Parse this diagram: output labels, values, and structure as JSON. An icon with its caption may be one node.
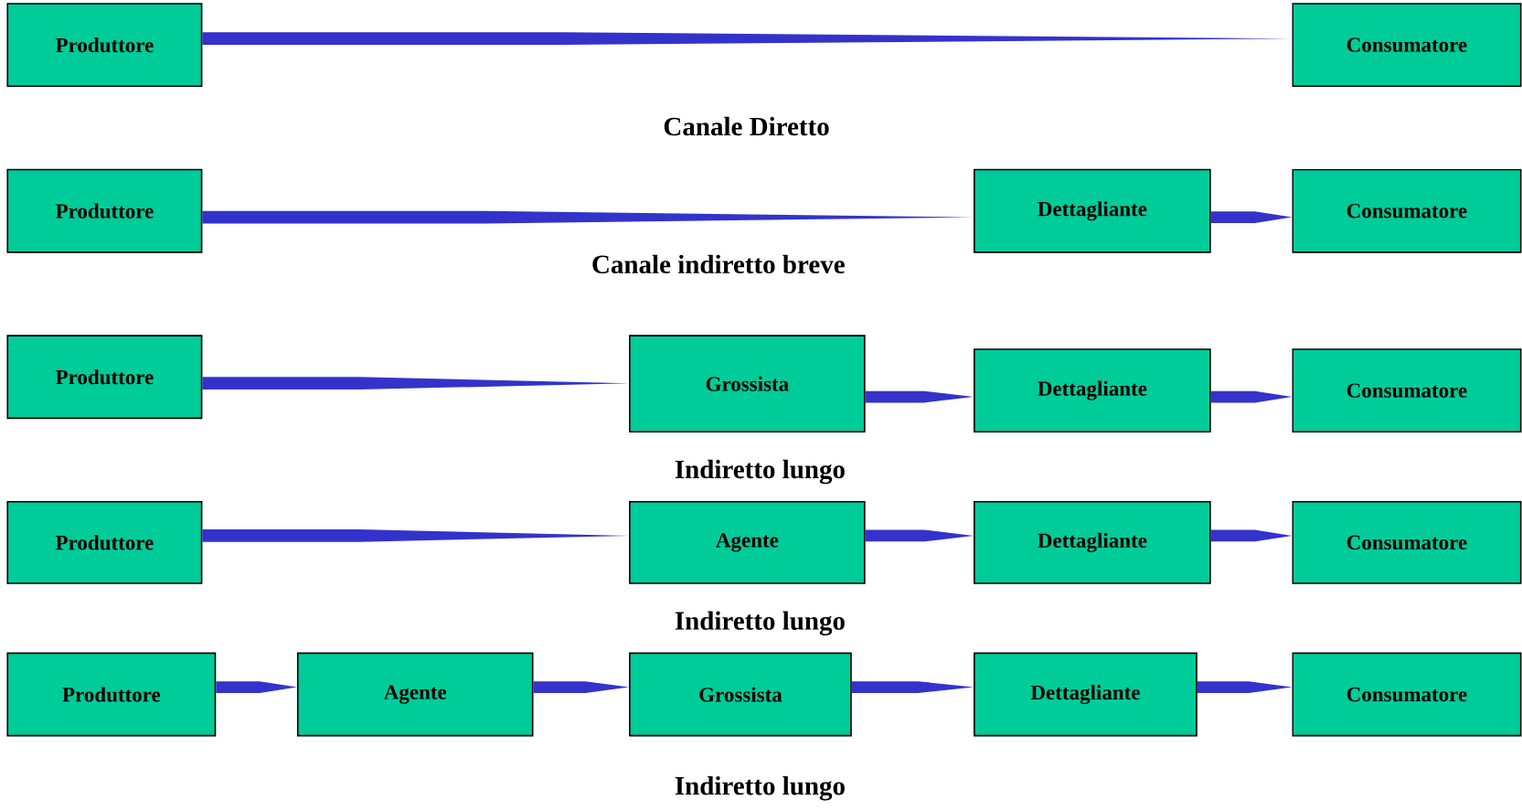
{
  "diagram": {
    "nodes": [
      {
        "text": [
          "Produttore"
        ]
      },
      {
        "text": [
          "Consumatore"
        ]
      },
      {
        "text": [
          "Produttore"
        ]
      },
      {
        "text": [
          "Dettagliante"
        ]
      },
      {
        "text": [
          "Consumatore"
        ]
      },
      {
        "text": [
          "Produttore"
        ]
      },
      {
        "text": [
          "Grossista"
        ]
      },
      {
        "text": [
          "Dettagliante"
        ]
      },
      {
        "text": [
          "Consumatore"
        ]
      },
      {
        "text": [
          "Produttore"
        ]
      },
      {
        "text": [
          "Agente"
        ]
      },
      {
        "text": [
          "Dettagliante"
        ]
      },
      {
        "text": [
          "Consumatore"
        ]
      },
      {
        "text": [
          "Produttore"
        ]
      },
      {
        "text": [
          "Agente"
        ]
      },
      {
        "text": [
          "Grossista"
        ]
      },
      {
        "text": [
          "Dettagliante"
        ]
      },
      {
        "text": [
          "Consumatore"
        ]
      }
    ],
    "edges": [
      {
        "from": 0,
        "to": 1,
        "arrow": "to"
      },
      {
        "from": 2,
        "to": 3,
        "arrow": "to"
      },
      {
        "from": 3,
        "to": 4,
        "arrow": "to"
      },
      {
        "from": 5,
        "to": 6,
        "arrow": "to"
      },
      {
        "from": 6,
        "to": 7,
        "arrow": "to"
      },
      {
        "from": 7,
        "to": 8,
        "arrow": "to"
      },
      {
        "from": 9,
        "to": 10,
        "arrow": "to"
      },
      {
        "from": 10,
        "to": 11,
        "arrow": "to"
      },
      {
        "from": 11,
        "to": 12,
        "arrow": "to"
      },
      {
        "from": 13,
        "to": 14,
        "arrow": "to"
      },
      {
        "from": 14,
        "to": 15,
        "arrow": "to"
      },
      {
        "from": 15,
        "to": 16,
        "arrow": "to"
      },
      {
        "from": 16,
        "to": 17,
        "arrow": "to"
      }
    ],
    "labels": [
      "Canale Diretto",
      "Canale indiretto breve",
      "Indiretto lungo",
      "Indiretto lungo",
      "Indiretto lungo"
    ]
  }
}
